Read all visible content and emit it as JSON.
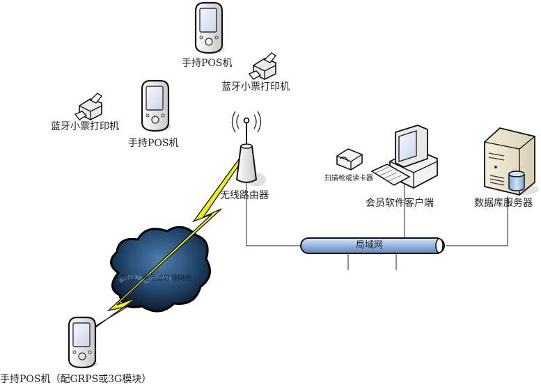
{
  "diagram": {
    "title": "",
    "nodes": {
      "pos_top": {
        "label": "手持POS机",
        "icon": "handheld-pos-icon"
      },
      "printer_top": {
        "label": "蓝牙小票打印机",
        "icon": "printer-icon"
      },
      "printer_left": {
        "label": "蓝牙小票打印机",
        "icon": "printer-icon"
      },
      "pos_mid": {
        "label": "手持POS机",
        "icon": "handheld-pos-icon"
      },
      "router": {
        "label": "无线路由器",
        "icon": "wireless-router-icon"
      },
      "scanner": {
        "label": "扫描枪或读卡器",
        "icon": "card-reader-icon"
      },
      "client": {
        "label": "会员软件客户端",
        "icon": "desktop-computer-icon"
      },
      "server": {
        "label": "数据库服务器",
        "icon": "database-server-icon"
      },
      "lan": {
        "label": "局域网",
        "icon": "lan-bus-icon"
      },
      "cloud": {
        "label": "移动、电信或联通网络",
        "icon": "cloud-network-icon"
      },
      "pos_bottom": {
        "label": "手持POS机（配GRPS或3G模块）",
        "icon": "handheld-pos-icon"
      }
    },
    "edges": [
      {
        "from": "router",
        "to": "lan",
        "type": "wired"
      },
      {
        "from": "client",
        "to": "lan",
        "type": "wired"
      },
      {
        "from": "server",
        "to": "lan",
        "type": "wired"
      },
      {
        "from": "pos_bottom",
        "to": "cloud",
        "type": "wireless"
      },
      {
        "from": "cloud",
        "to": "router",
        "type": "wireless"
      }
    ],
    "colors": {
      "lightning": "#f2f21a",
      "cloud_dark": "#0d1b2e",
      "cloud_light": "#4f7fae",
      "lan_tube": "#9bbbe0",
      "wire": "#444444"
    }
  }
}
